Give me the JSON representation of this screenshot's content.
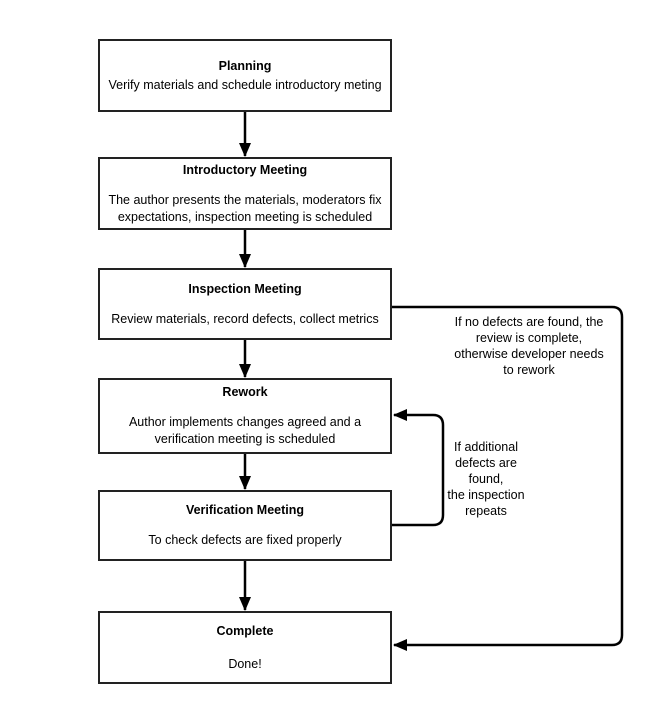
{
  "nodes": [
    {
      "id": "planning",
      "title": "Planning",
      "body": "Verify materials and schedule introductory meting"
    },
    {
      "id": "introductory-meeting",
      "title": "Introductory Meeting",
      "body": "The author presents the materials, moderators fix\nexpectations, inspection meeting is scheduled"
    },
    {
      "id": "inspection-meeting",
      "title": "Inspection Meeting",
      "body": "Review materials, record defects, collect metrics"
    },
    {
      "id": "rework",
      "title": "Rework",
      "body": "Author implements changes agreed and a\nverification meeting is scheduled"
    },
    {
      "id": "verification-meeting",
      "title": "Verification Meeting",
      "body": "To check defects are fixed properly"
    },
    {
      "id": "complete",
      "title": "Complete",
      "body": "Done!"
    }
  ],
  "annotations": [
    {
      "id": "no-defects-note",
      "text": "If no defects are found, the\nreview is complete,\notherwise developer needs\nto rework"
    },
    {
      "id": "additional-defects-note",
      "text": "If additional\ndefects are\nfound,\nthe inspection\nrepeats"
    }
  ],
  "colors": {
    "line": "#000000",
    "border": "#222222",
    "background": "#ffffff",
    "text": "#000000"
  }
}
